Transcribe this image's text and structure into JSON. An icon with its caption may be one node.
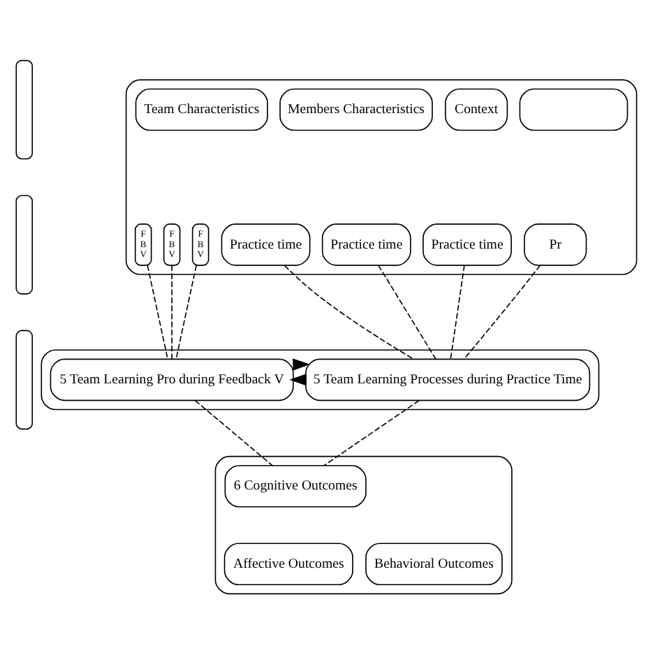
{
  "diagram": {
    "nodes": [
      {
        "text": [],
        "shape": "box"
      },
      {
        "text": [],
        "shape": "box"
      },
      {
        "text": [],
        "shape": "box"
      },
      {
        "text": [],
        "shape": "box"
      },
      {
        "text": [
          "Team Characteristics"
        ],
        "in": 3
      },
      {
        "text": [
          "Members Characteristics"
        ],
        "in": 3
      },
      {
        "text": [
          "Context"
        ],
        "in": 3
      },
      {
        "text": [],
        "shape": "box",
        "in": 3
      },
      {
        "text": [
          "Practice time"
        ],
        "in": 3
      },
      {
        "text": [
          "F B V"
        ],
        "in": 3
      },
      {
        "text": [
          "Practice time"
        ],
        "in": 3
      },
      {
        "text": [
          "F B V"
        ],
        "in": 3
      },
      {
        "text": [
          "Practice time"
        ],
        "in": 3
      },
      {
        "text": [
          "F B V"
        ],
        "in": 3
      },
      {
        "text": [
          "Pr"
        ],
        "in": 3
      },
      {
        "text": [],
        "shape": "box"
      },
      {
        "text": [
          "5 Team Learning Processes during Practice Time"
        ],
        "in": 15
      },
      {
        "text": [
          "5 Team Learning Pro during Feedback V"
        ],
        "in": 15
      },
      {
        "text": [],
        "shape": "box"
      },
      {
        "text": [
          "6 Cognitive Outcomes"
        ],
        "in": 18
      },
      {
        "text": [
          "Affective Outcomes"
        ],
        "in": 18
      },
      {
        "text": [
          "Behavioral Outcomes"
        ],
        "in": 18
      }
    ],
    "edges": [
      {
        "from": 8,
        "to": 16,
        "arrow": "none",
        "style": "dashed"
      },
      {
        "from": 10,
        "to": 16,
        "arrow": "none",
        "style": "dashed"
      },
      {
        "from": 12,
        "to": 16,
        "arrow": "none",
        "style": "dashed"
      },
      {
        "from": 14,
        "to": 16,
        "arrow": "none",
        "style": "dashed"
      },
      {
        "from": 9,
        "to": 17,
        "arrow": "none",
        "style": "dashed"
      },
      {
        "from": 11,
        "to": 17,
        "arrow": "none",
        "style": "dashed"
      },
      {
        "from": 13,
        "to": 17,
        "arrow": "none",
        "style": "dashed"
      },
      {
        "from": 16,
        "to": 17,
        "arrow": "to",
        "style": "thick"
      },
      {
        "from": 17,
        "to": 16,
        "arrow": "to",
        "style": "thick"
      },
      {
        "from": 16,
        "to": 19,
        "arrow": "none",
        "style": "dashed"
      },
      {
        "from": 17,
        "to": 19,
        "arrow": "none",
        "style": "dashed"
      }
    ]
  }
}
